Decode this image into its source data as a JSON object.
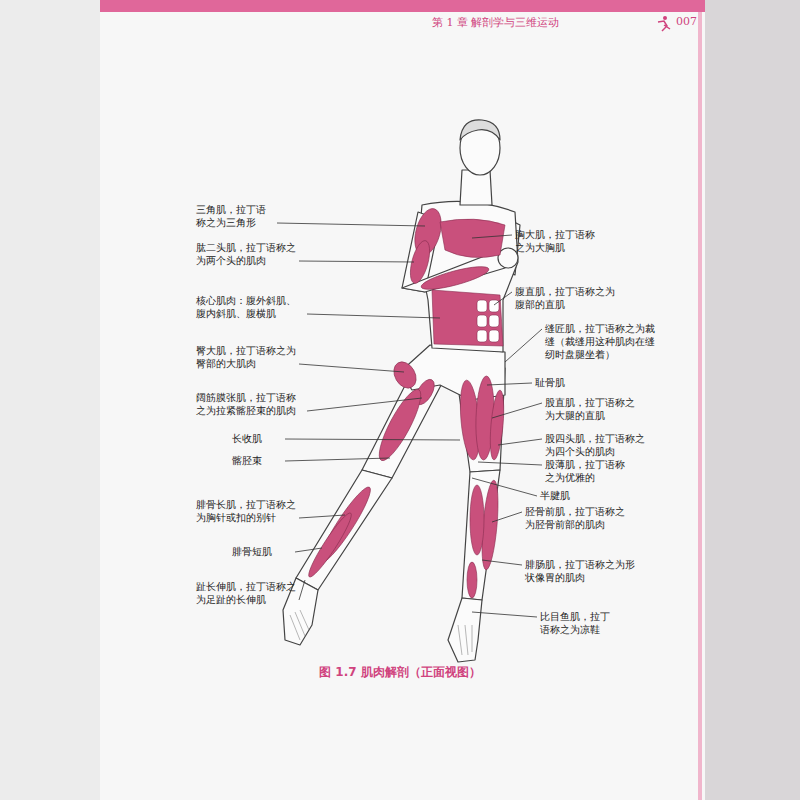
{
  "diagram": {
    "caption": "图 1.7  肌肉解剖（正面视图）",
    "labels": [
      "第 1 章  解剖学与三维运动",
      "007",
      "三角肌，拉丁语称之为三角形",
      "肱二头肌，拉丁语称之为两个头的肌肉",
      "核心肌肉：腹外斜肌、腹内斜肌、腹横肌",
      "臀大肌，拉丁语称之为臀部的大肌肉",
      "阔筋膜张肌，拉丁语称之为拉紧髂胫束的肌肉",
      "长收肌",
      "髂胫束",
      "腓骨长肌，拉丁语称之为胸针或扣的别针",
      "腓骨短肌",
      "趾长伸肌，拉丁语称之为足趾的长伸肌",
      "胸大肌，拉丁语称之为大胸肌",
      "腹直肌，拉丁语称之为腹部的直肌",
      "缝匠肌，拉丁语称之为裁缝（裁缝用这种肌肉在缝纫时盘腿坐着）",
      "耻骨肌",
      "股直肌，拉丁语称之为大腿的直肌",
      "股四头肌，拉丁语称之为四个头的肌肉",
      "股薄肌，拉丁语称之为优雅的",
      "半腱肌",
      "胫骨前肌，拉丁语称之为胫骨前部的肌肉",
      "腓肠肌，拉丁语称之为形状像胃的肌肉",
      "比目鱼肌，拉丁语称之为凉鞋"
    ]
  }
}
